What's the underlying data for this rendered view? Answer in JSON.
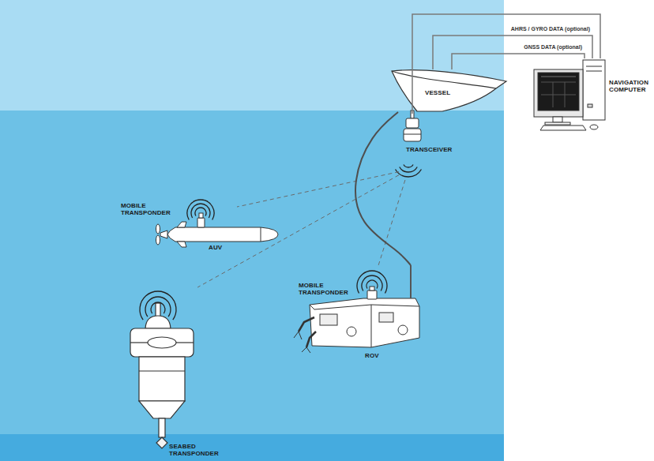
{
  "diagram": {
    "nodes": [
      {
        "text": [
          "VESSEL"
        ]
      },
      {
        "text": [
          "TRANSCEIVER"
        ]
      },
      {
        "text": [
          "NAVIGATION COMPUTER"
        ]
      },
      {
        "text": [
          "MOBILE TRANSPONDER",
          "AUV"
        ]
      },
      {
        "text": [
          "MOBILE TRANSPONDER",
          "ROV"
        ]
      },
      {
        "text": [
          "SEABED TRANSPONDER"
        ]
      }
    ],
    "edges": [
      {
        "from": 1,
        "to": 3,
        "arrow": "none"
      },
      {
        "from": 1,
        "to": 4,
        "arrow": "none"
      },
      {
        "from": 1,
        "to": 5,
        "arrow": "none"
      },
      {
        "from": 0,
        "to": 4,
        "arrow": "none"
      },
      {
        "from": 1,
        "to": 2,
        "arrow": "none"
      },
      {
        "from": 0,
        "to": 2,
        "label": "AHRS / GYRO DATA (optional)",
        "arrow": "none"
      },
      {
        "from": 0,
        "to": 2,
        "label": "GNSS DATA (optional)",
        "arrow": "none"
      }
    ]
  }
}
